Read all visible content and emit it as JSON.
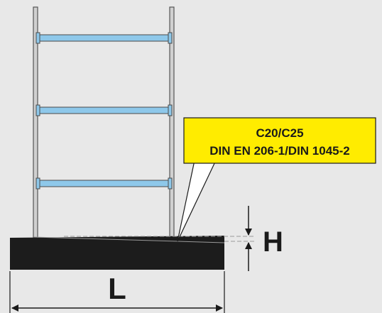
{
  "callout": {
    "line1": "C20/C25",
    "line2": "DIN EN  206-1/DIN 1045-2"
  },
  "dimensions": {
    "height_label": "H",
    "length_label": "L"
  },
  "colors": {
    "background": "#e8e8e8",
    "callout_fill": "#ffec00",
    "rung": "#8ec8ea",
    "foundation": "#1c1c1c",
    "rail": "#d0d0d0"
  }
}
